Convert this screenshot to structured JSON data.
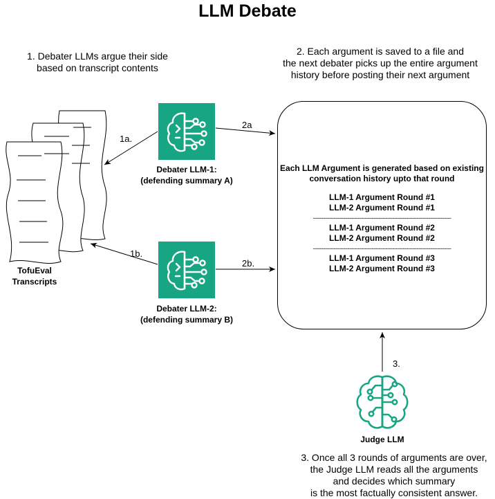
{
  "title": "LLM Debate",
  "notes": {
    "step1_line1": "1. Debater LLMs argue their side",
    "step1_line2": "based on transcript contents",
    "step2_line1": "2. Each argument is saved to a file and",
    "step2_line2": "the next debater picks up the entire argument",
    "step2_line3": "history before posting their next argument",
    "step3_line1": "3. Once all 3 rounds of arguments are over,",
    "step3_line2": "the Judge LLM reads all the arguments",
    "step3_line3": "and decides which summary",
    "step3_line4": "is the most factually consistent answer."
  },
  "edges": {
    "e1a": "1a.",
    "e1b": "1b.",
    "e2a": "2a",
    "e2b": "2b.",
    "e3": "3."
  },
  "transcripts": {
    "line1": "TofuEval",
    "line2": "Transcripts"
  },
  "debater1": {
    "line1": "Debater LLM-1:",
    "line2": "(defending summary A)",
    "icon": "brain-circuit-icon"
  },
  "debater2": {
    "line1": "Debater LLM-2:",
    "line2": "(defending summary B)",
    "icon": "brain-circuit-icon"
  },
  "judge": {
    "label": "Judge LLM",
    "icon": "brain-circuit-icon"
  },
  "argument_box": {
    "header_line1": "Each LLM Argument is generated based on existing",
    "header_line2": "conversation history upto that round",
    "divider": "--------------------------------------------------------------------------------",
    "rounds": [
      {
        "a": "LLM-1 Argument Round #1",
        "b": "LLM-2 Argument Round #1"
      },
      {
        "a": "LLM-1 Argument Round #2",
        "b": "LLM-2 Argument Round #2"
      },
      {
        "a": "LLM-1 Argument Round #3",
        "b": "LLM-2 Argument Round #3"
      }
    ]
  },
  "colors": {
    "tile": "#17a583",
    "judge": "#17a583",
    "stroke": "#000000"
  }
}
